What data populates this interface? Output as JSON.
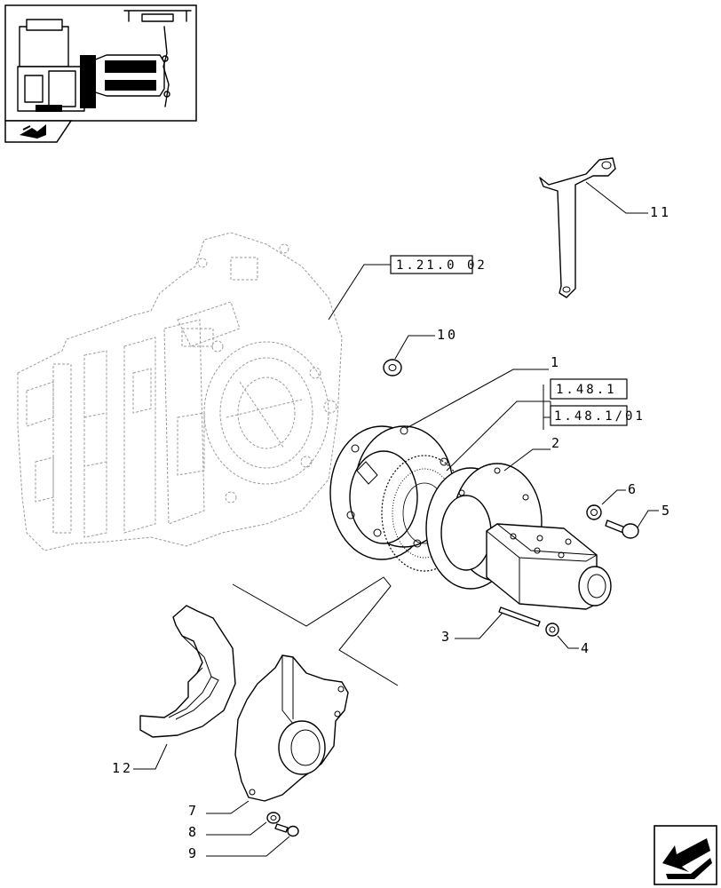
{
  "thumbnail": {
    "icon": "tractor-location-thumbnail"
  },
  "nav": {
    "icon": "arrow-bookmark-icon",
    "next_icon": "next-page-arrow-icon"
  },
  "references": [
    {
      "id": "ref-1-21-0-02",
      "label": "1.21.0  02"
    },
    {
      "id": "ref-1-48-1",
      "label": "1.48.1"
    },
    {
      "id": "ref-1-48-1-01",
      "label": "1.48.1/01"
    }
  ],
  "callouts": {
    "c1": "1",
    "c2": "2",
    "c3": "3",
    "c4": "4",
    "c5": "5",
    "c6": "6",
    "c7": "7",
    "c8": "8",
    "c9": "9",
    "c10": "10",
    "c11": "11",
    "c12": "12"
  }
}
